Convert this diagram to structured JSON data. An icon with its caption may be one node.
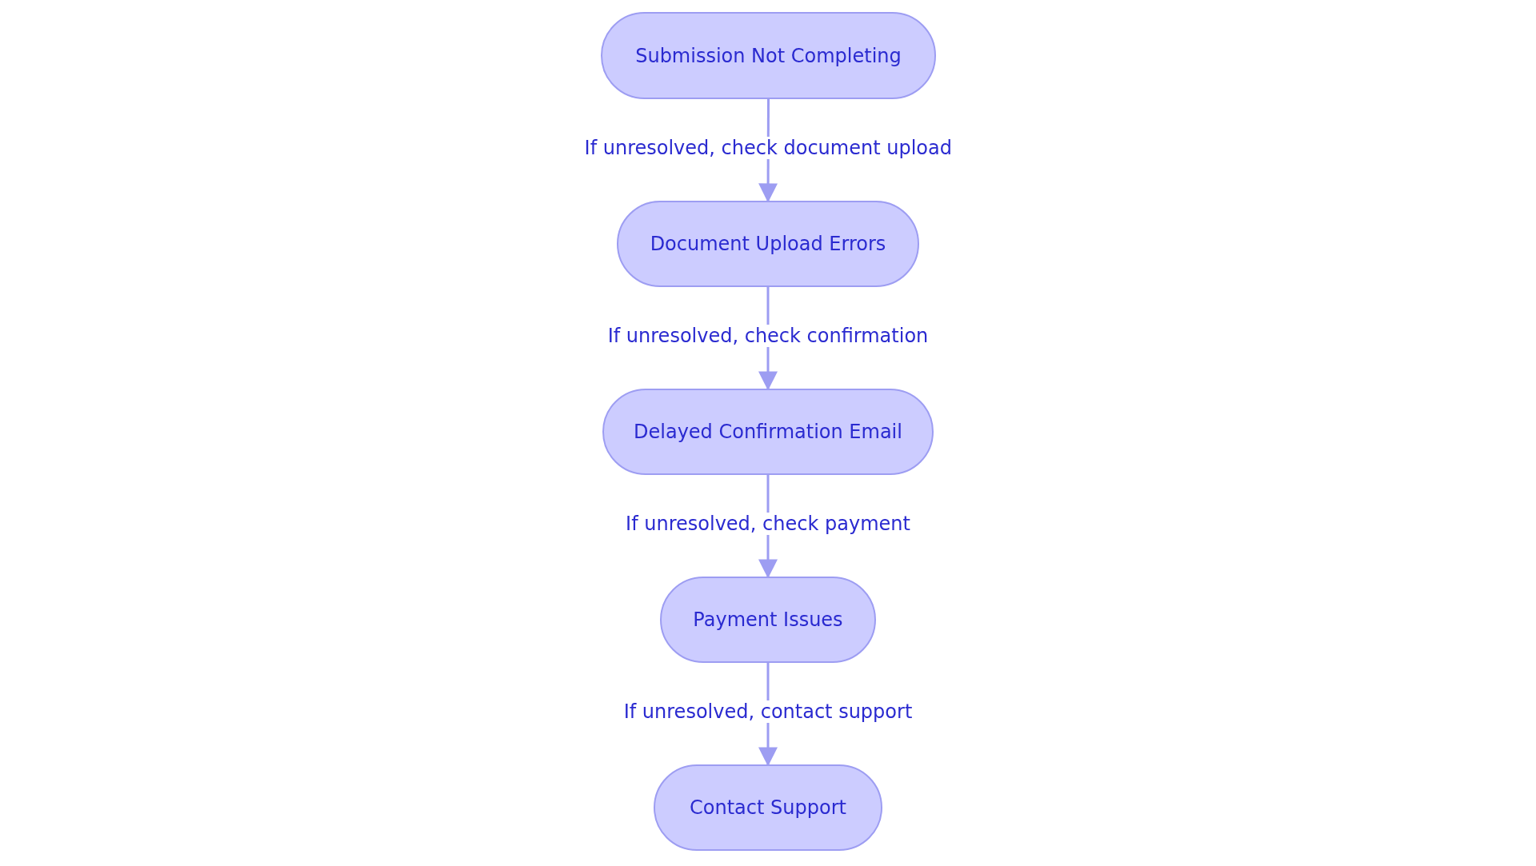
{
  "diagram": {
    "nodes": [
      {
        "text": [
          "Submission Not Completing"
        ]
      },
      {
        "text": [
          "Document Upload Errors"
        ]
      },
      {
        "text": [
          "Delayed Confirmation Email"
        ]
      },
      {
        "text": [
          "Payment Issues"
        ]
      },
      {
        "text": [
          "Contact Support"
        ]
      }
    ],
    "edges": [
      {
        "from": 0,
        "to": 1,
        "arrow": "to",
        "label": "If unresolved, check document upload"
      },
      {
        "from": 1,
        "to": 2,
        "arrow": "to",
        "label": "If unresolved, check confirmation"
      },
      {
        "from": 2,
        "to": 3,
        "arrow": "to",
        "label": "If unresolved, check payment"
      },
      {
        "from": 3,
        "to": 4,
        "arrow": "to",
        "label": "If unresolved, contact support"
      }
    ]
  }
}
